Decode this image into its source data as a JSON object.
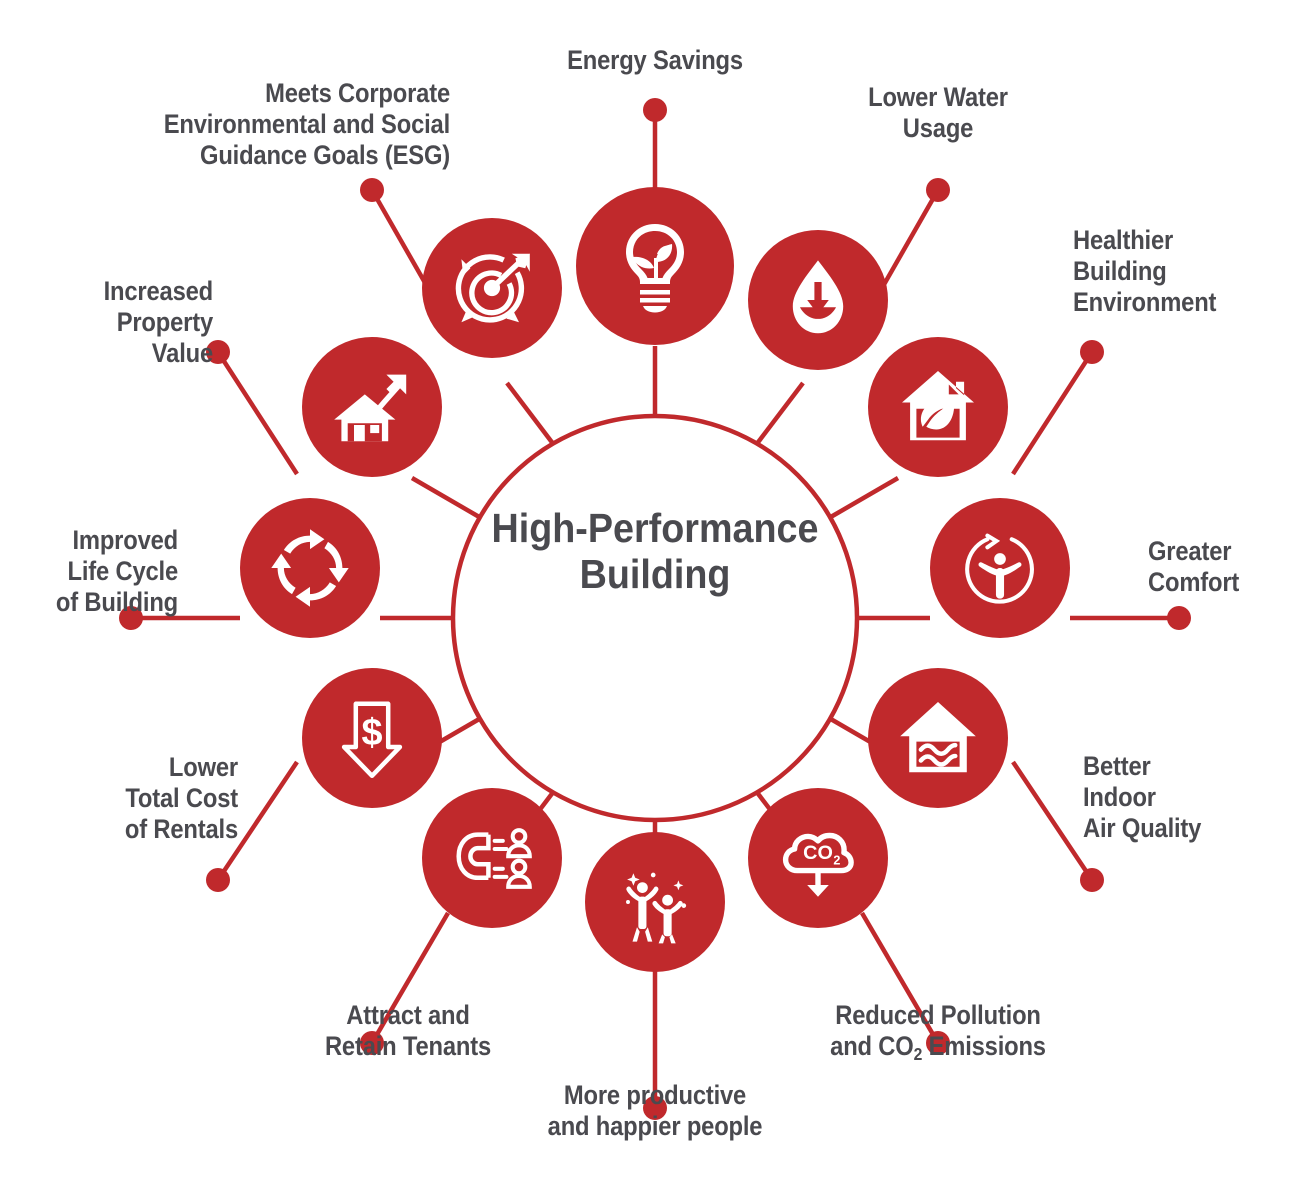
{
  "diagram": {
    "center_label": "High-Performance\nBuilding",
    "accent_color": "#c0292c",
    "text_color": "#4a4a4f",
    "background_color": "#ffffff",
    "spokes": [
      {
        "id": "energy-savings",
        "label": "Energy Savings",
        "icon": "lightbulb-plant-icon",
        "align": "center"
      },
      {
        "id": "lower-water",
        "label": "Lower Water\nUsage",
        "icon": "water-drop-down-arrow-icon",
        "align": "center"
      },
      {
        "id": "healthier-env",
        "label": "Healthier\nBuilding\nEnvironment",
        "icon": "house-leaf-icon",
        "align": "left"
      },
      {
        "id": "greater-comfort",
        "label": "Greater\nComfort",
        "icon": "person-arms-open-circle-arrow-icon",
        "align": "left"
      },
      {
        "id": "air-quality",
        "label": "Better\nIndoor\nAir Quality",
        "icon": "house-airflow-icon",
        "align": "left"
      },
      {
        "id": "reduced-pollution",
        "label": "Reduced Pollution\nand CO2 Emissions",
        "icon": "co2-cloud-down-arrow-icon",
        "align": "center"
      },
      {
        "id": "productive-people",
        "label": "More productive\nand happier people",
        "icon": "happy-people-icon",
        "align": "center"
      },
      {
        "id": "attract-tenants",
        "label": "Attract and\nRetain Tenants",
        "icon": "magnet-people-icon",
        "align": "center"
      },
      {
        "id": "lower-cost",
        "label": "Lower\nTotal Cost\nof Rentals",
        "icon": "dollar-down-arrow-icon",
        "align": "right"
      },
      {
        "id": "life-cycle",
        "label": "Improved\nLife Cycle\nof Building",
        "icon": "recycle-arrows-icon",
        "align": "right"
      },
      {
        "id": "property-value",
        "label": "Increased\nProperty\nValue",
        "icon": "house-rising-arrow-icon",
        "align": "right"
      },
      {
        "id": "esg-goals",
        "label": "Meets Corporate\nEnvironmental and Social\nGuidance Goals (ESG)",
        "icon": "target-arrow-icon",
        "align": "right"
      }
    ]
  }
}
